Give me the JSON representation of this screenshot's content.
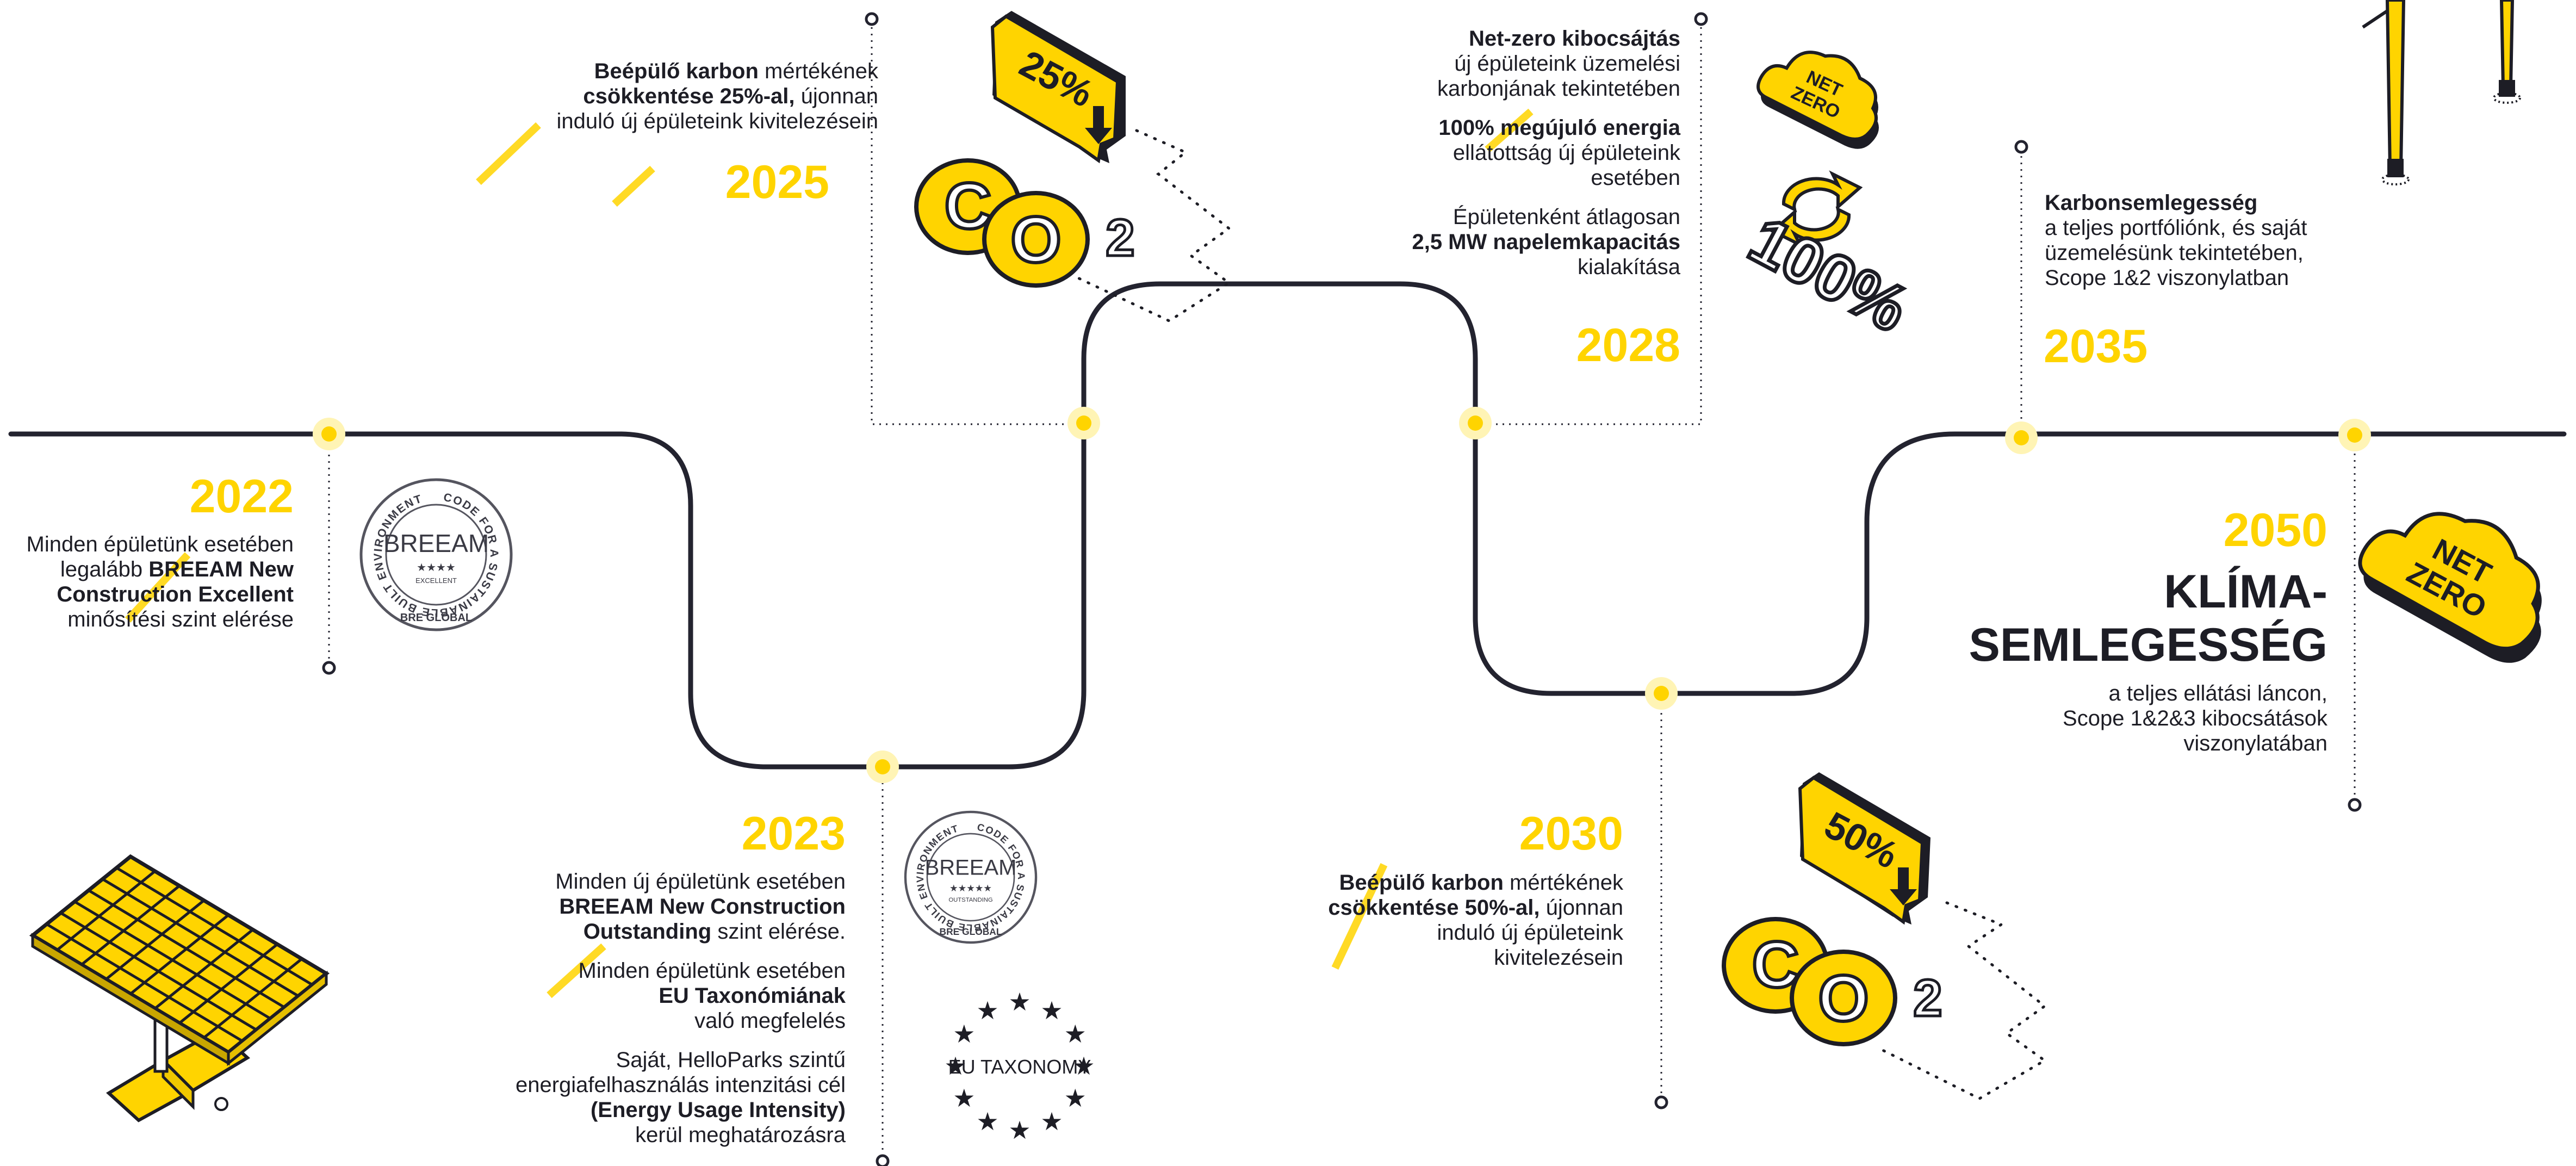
{
  "colors": {
    "accent": "#ffd400",
    "line": "#23232f",
    "text": "#1d1d25"
  },
  "milestones": {
    "m2022": {
      "year": "2022",
      "line1": "Minden épületünk esetében",
      "line2_pre": "legalább ",
      "line2_bold": "BREEAM New",
      "line3_bold": "Construction Excellent",
      "line4": "minősítési szint elérése"
    },
    "m2023": {
      "year": "2023",
      "p1_line1": "Minden új épületünk esetében",
      "p1_line2_bold": "BREEAM New Construction",
      "p1_line3_bold": "Outstanding",
      "p1_line3_rest": " szint elérése.",
      "p2_line1": "Minden épületünk esetében",
      "p2_line2_bold": "EU Taxonómiának",
      "p2_line3": "való megfelelés",
      "p3_line1": "Saját, HelloParks szintű",
      "p3_line2": "energiafelhasználás intenzitási cél",
      "p3_line3_bold": "(Energy Usage Intensity)",
      "p3_line4": "kerül meghatározásra"
    },
    "m2025": {
      "year": "2025",
      "line1_bold": "Beépülő karbon",
      "line1_rest": " mértékének",
      "line2_bold": "csökkentése 25%-al,",
      "line2_rest": " újonnan",
      "line3": "induló új épületeink kivitelezésein"
    },
    "m2028": {
      "year": "2028",
      "p1_line1_bold": "Net-zero kibocsájtás",
      "p1_line2": "új épületeink üzemelési",
      "p1_line3": "karbonjának tekintetében",
      "p2_line1_bold": "100% megújuló energia",
      "p2_line2": "ellátottság új épületeink",
      "p2_line3": "esetében",
      "p3_line1": "Épületenként átlagosan",
      "p3_line2_bold": "2,5 MW napelemkapacitás",
      "p3_line3": "kialakítása"
    },
    "m2030": {
      "year": "2030",
      "line1_bold": "Beépülő karbon",
      "line1_rest": " mértékének",
      "line2_bold": "csökkentése 50%-al,",
      "line2_rest": " újonnan",
      "line3": "induló új épületeink",
      "line4": "kivitelezésein"
    },
    "m2035": {
      "year": "2035",
      "line1_bold": "Karbonsemlegesség",
      "line2": "a teljes portfóliónk, és saját",
      "line3": "üzemelésünk tekintetében,",
      "line4": "Scope 1&2 viszonylatban"
    },
    "m2050": {
      "year": "2050",
      "headline1": "KLÍMA-",
      "headline2": "SEMLEGESSÉG",
      "line1": "a teljes ellátási láncon,",
      "line2": "Scope 1&2&3 kibocsátások",
      "line3": "viszonylatában"
    }
  },
  "badges": {
    "breeam_excellent": {
      "ring_text": "CODE FOR A SUSTAINABLE BUILT ENVIRONMENT",
      "name": "BREEAM",
      "stars": "★★★★",
      "level": "EXCELLENT",
      "issuer": "BRE GLOBAL"
    },
    "breeam_outstanding": {
      "ring_text": "CODE FOR A SUSTAINABLE BUILT ENVIRONMENT",
      "name": "BREEAM",
      "stars": "★★★★★",
      "level": "OUTSTANDING",
      "issuer": "BRE GLOBAL"
    },
    "eu_taxonomy": {
      "label": "EU TAXONOMY"
    },
    "pct25": {
      "label": "25%"
    },
    "pct50": {
      "label": "50%"
    },
    "co2": {
      "c": "C",
      "o": "O",
      "sub": "2"
    },
    "netzero_small": {
      "l1": "NET",
      "l2": "ZERO"
    },
    "netzero_big": {
      "l1": "NET",
      "l2": "ZERO"
    },
    "renew": {
      "label": "100%"
    }
  }
}
